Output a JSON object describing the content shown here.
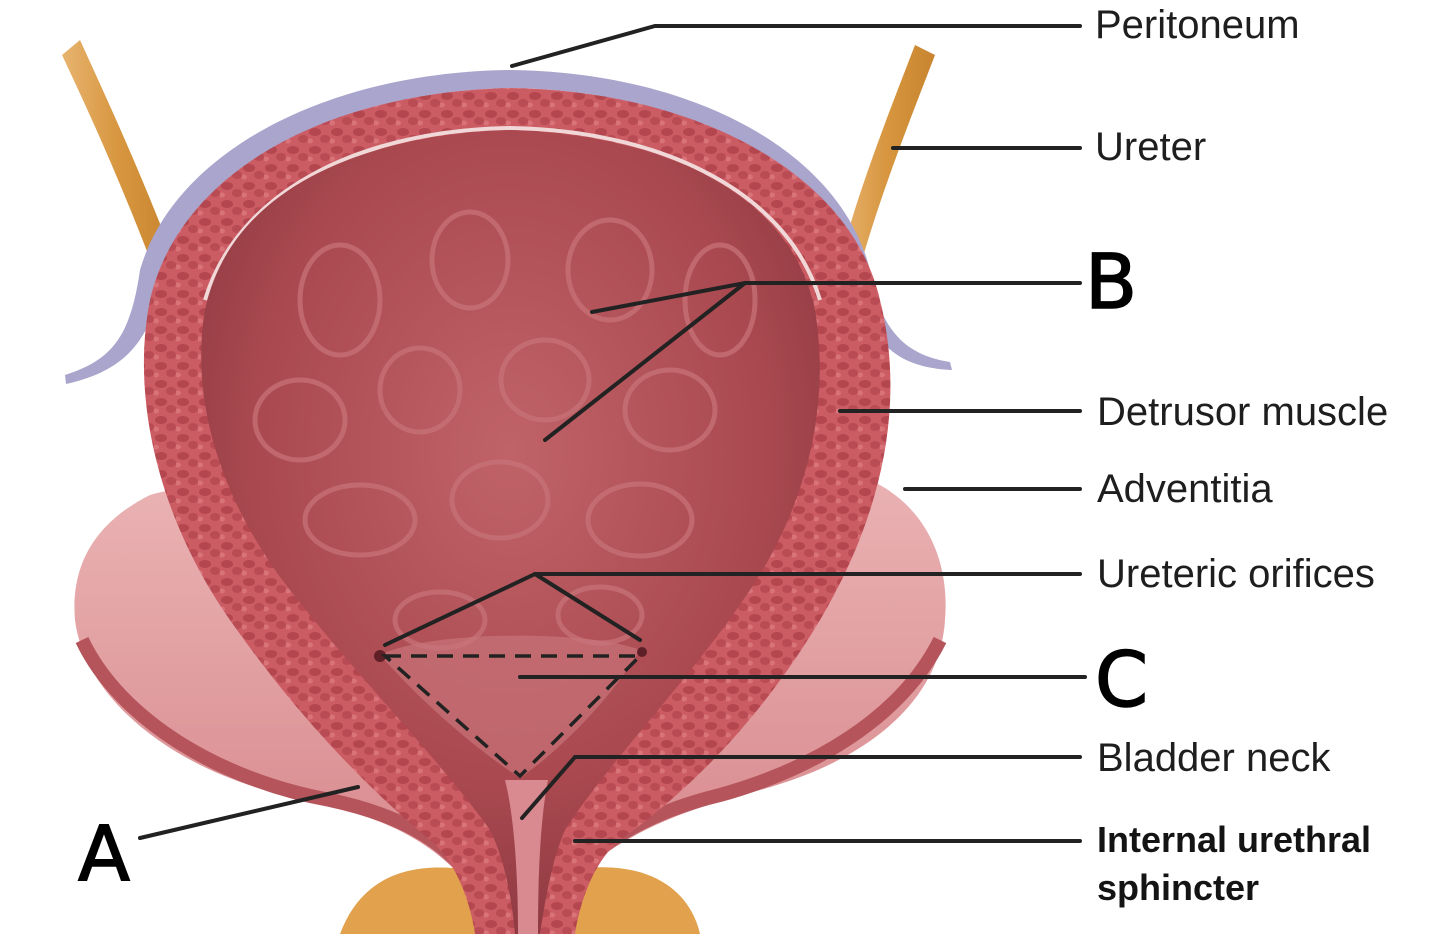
{
  "labels": {
    "peritoneum": "Peritoneum",
    "ureter": "Ureter",
    "b": "B",
    "detrusor": "Detrusor muscle",
    "adventitia": "Adventitia",
    "ureteric_orifices": "Ureteric orifices",
    "c": "C",
    "bladder_neck": "Bladder neck",
    "internal_urethral_1": "Internal urethral",
    "internal_urethral_2": "sphincter",
    "a": "A"
  },
  "colors": {
    "muscle": "#c9575e",
    "muscle_dark": "#a8444c",
    "lumen": "#a94c52",
    "lumen_light": "#c66b70",
    "lining_pink": "#e3a3a5",
    "peritoneum": "#a7a3c9",
    "ureter": "#d9a055",
    "prostate": "#e0a04c"
  }
}
